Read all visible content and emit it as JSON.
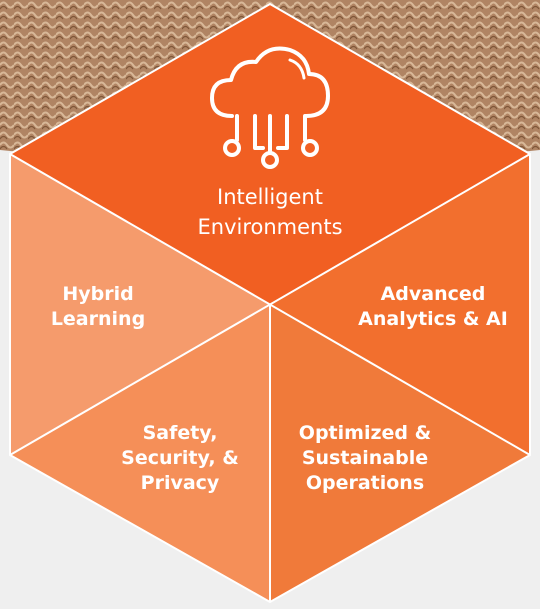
{
  "diagram": {
    "center": {
      "label_line1": "Intelligent",
      "label_line2": "Environments",
      "icon": "cloud-network-icon"
    },
    "segments": [
      {
        "id": "hybrid-learning",
        "lines": [
          "Hybrid",
          "Learning"
        ]
      },
      {
        "id": "advanced-analytics-ai",
        "lines": [
          "Advanced",
          "Analytics & AI"
        ]
      },
      {
        "id": "safety-security-privacy",
        "lines": [
          "Safety,",
          "Security, &",
          "Privacy"
        ]
      },
      {
        "id": "optimized-sustainable-operations",
        "lines": [
          "Optimized &",
          "Sustainable",
          "Operations"
        ]
      }
    ],
    "colors": {
      "top": "#f15f22",
      "upper_left": "#f59b6c",
      "upper_right": "#f26f2e",
      "lower_left": "#f58f58",
      "lower_right": "#f07a3a",
      "background": "#efefef",
      "photo": "#a87c5c"
    }
  }
}
